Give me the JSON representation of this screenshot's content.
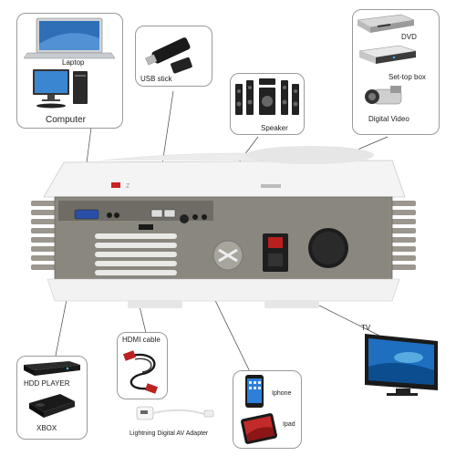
{
  "devices": {
    "laptop": "Laptop",
    "computer": "Computer",
    "usb_stick": "USB stick",
    "speaker": "Speaker",
    "dvd": "DVD",
    "set_top_box": "Set-top box",
    "digital_video": "Digital Video",
    "tv": "TV",
    "hdd_player": "HDD PLAYER",
    "xbox": "XBOX",
    "hdmi_cable": "HDMI cable",
    "iphone": "Iphone",
    "ipad": "Ipad",
    "adapter": "Lightning Digital AV Adapter"
  },
  "colors": {
    "projector_body": "#f2f2f2",
    "projector_panel": "#8a877f",
    "box_border": "#9a9a9a",
    "connector_line": "#444444"
  }
}
